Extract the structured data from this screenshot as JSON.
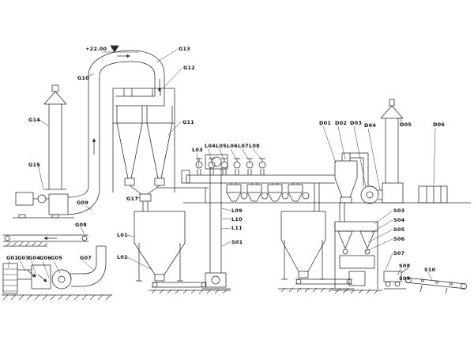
{
  "diagram": {
    "type": "engineering-process-flow-drawing",
    "elevation_marker": "+22.00",
    "labels": {
      "G01": "G01",
      "G03": "G03",
      "G04": "G04",
      "G05": "G05",
      "G06": "G06",
      "G07": "G07",
      "G08": "G08",
      "G09": "G09",
      "G10": "G10",
      "G11": "G11",
      "G12": "G12",
      "G13": "G13",
      "G14": "G14",
      "G15": "G15",
      "G17": "G17",
      "L01": "L01",
      "L02": "L02",
      "L03": "L03",
      "L04": "L04",
      "L05": "L05",
      "L06": "L06",
      "L07": "L07",
      "L08": "L08",
      "L09": "L09",
      "L10": "L10",
      "L11": "L11",
      "D01": "D01",
      "D02": "D02",
      "D03": "D03",
      "D04": "D04",
      "D05": "D05",
      "D06": "D06",
      "S01": "S01",
      "S03": "S03",
      "S04": "S04",
      "S05": "S05",
      "S06": "S06",
      "S07": "S07",
      "S08": "S08",
      "S09": "S09",
      "S10": "S10"
    }
  }
}
